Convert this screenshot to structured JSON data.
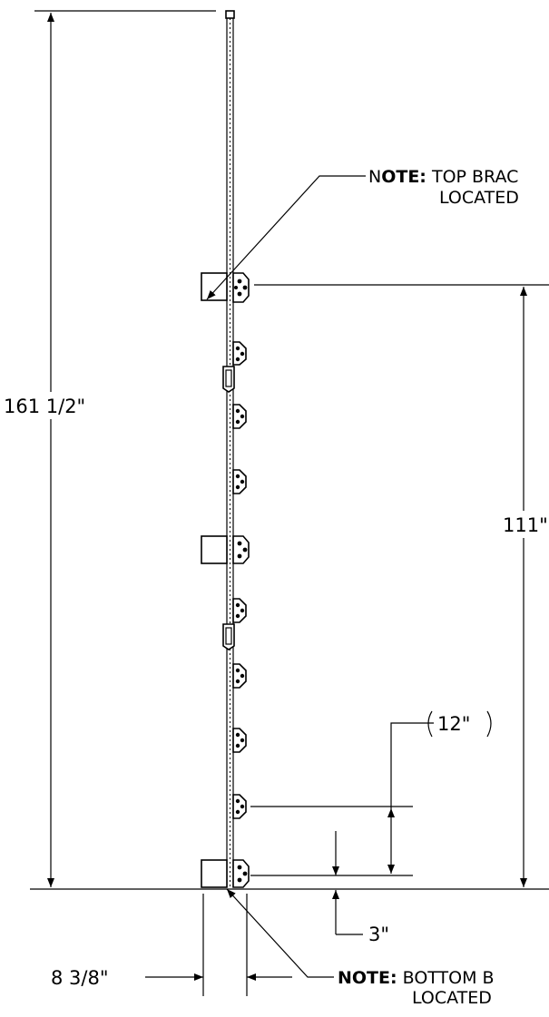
{
  "dimensions": {
    "overall_height": "161 1/2\"",
    "bracket_span": "111\"",
    "bracket_spacing": "12\"",
    "bottom_offset": "3\"",
    "width": "8 3/8\""
  },
  "notes": {
    "top": {
      "prefix_normal": "N",
      "label_bold": "OTE:",
      "text_line1": " TOP BRAC",
      "text_line2": "LOCATED"
    },
    "bottom": {
      "label_bold": "NOTE:",
      "text_line1": " BOTTOM B",
      "text_line2": "LOCATED"
    }
  },
  "colors": {
    "line": "#000000",
    "background": "#ffffff"
  }
}
